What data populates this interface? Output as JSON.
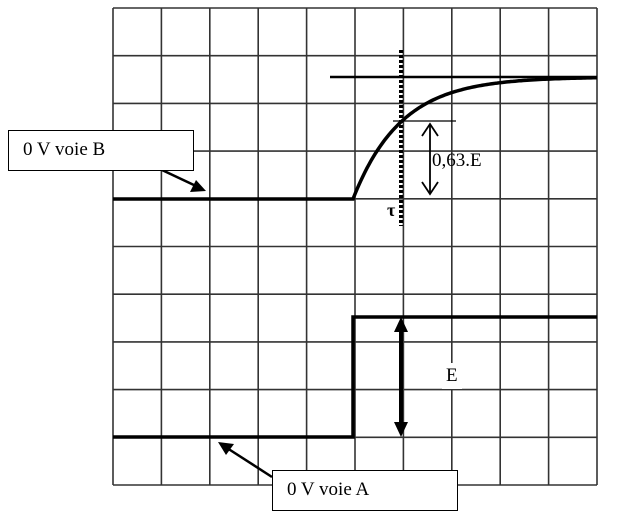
{
  "labels": {
    "voie_b": "0 V voie B",
    "voie_a": "0 V voie A",
    "ratio": "0,63.E",
    "tau": "τ",
    "amplitude": "E"
  },
  "grid": {
    "columns": 10,
    "rows": 10
  },
  "colors": {
    "trace": "#000000",
    "grid": "#333333"
  }
}
